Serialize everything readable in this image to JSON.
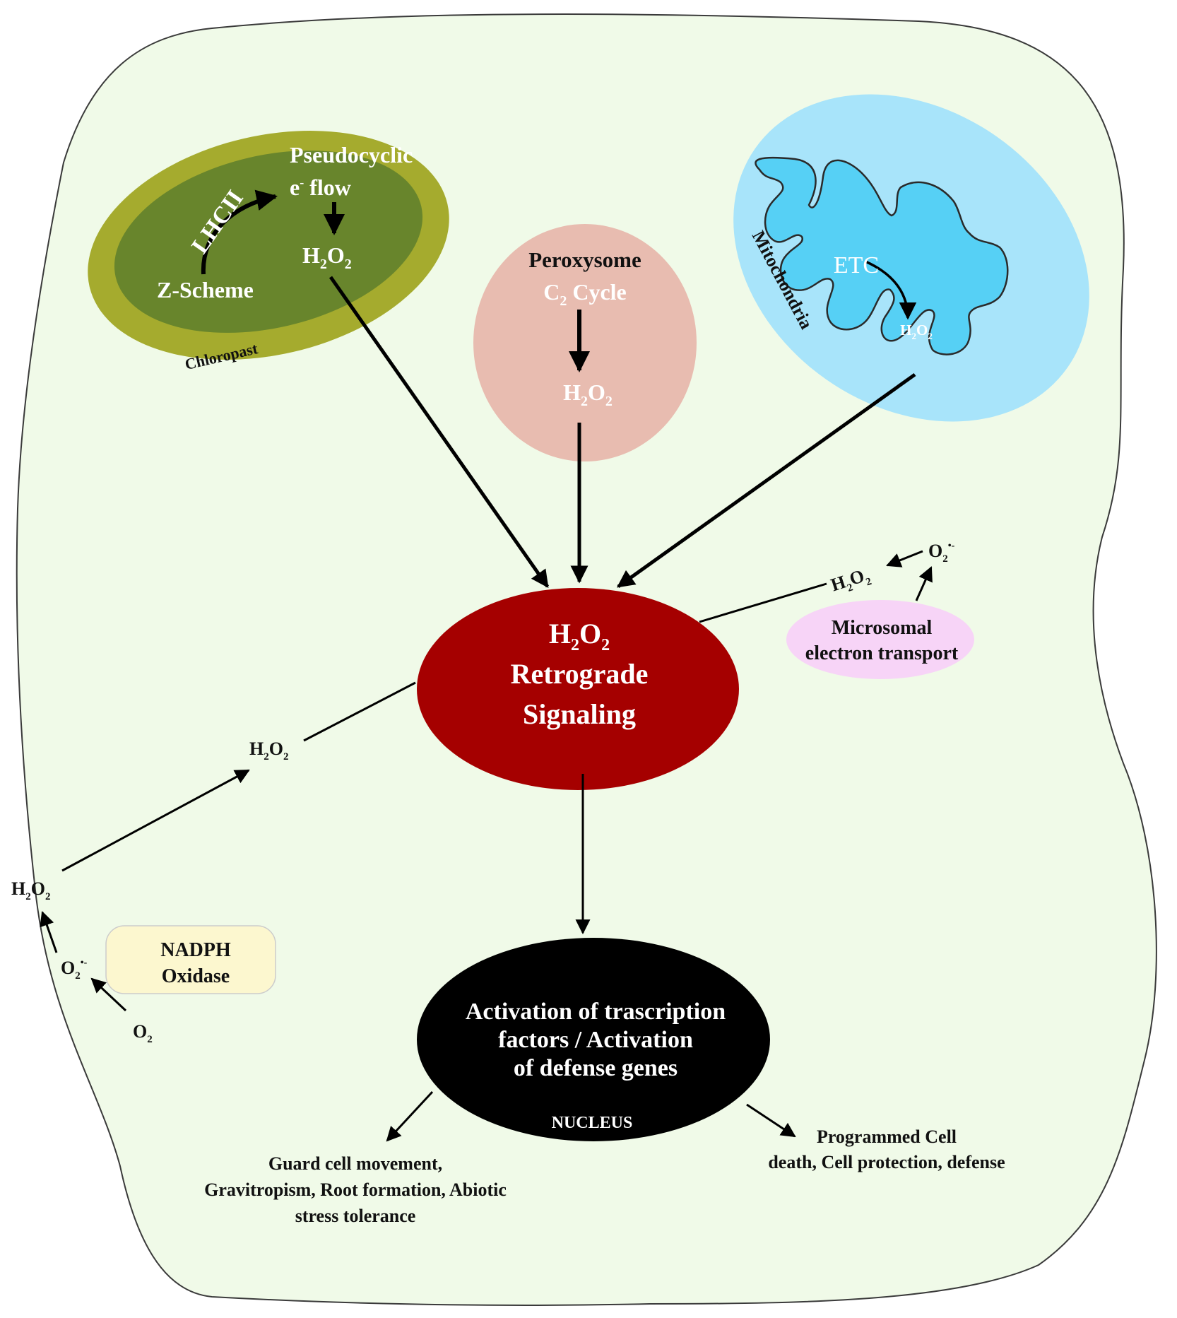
{
  "colors": {
    "cell_fill": "#f0fae8",
    "cell_stroke": "#3a3a3a",
    "chloroplast_outer": "#a5ab2e",
    "chloroplast_inner": "#68852c",
    "peroxisome": "#e8bcb0",
    "mitochondria_outer": "#a8e4fa",
    "mitochondria_inner": "#56d0f5",
    "signaling": "#a50000",
    "nucleus": "#000000",
    "microsomal": "#f7d4f7",
    "nadph": "#fcf7cf",
    "arrow": "#000000",
    "white_text": "#ffffff",
    "dark_text": "#111111"
  },
  "chloroplast": {
    "icon": "chloroplast-organelle",
    "pseudocyclic_label": "Pseudocyclic",
    "flow_e": "e",
    "flow_sup": "-",
    "flow_word": " flow",
    "lhcii_label": "LHCII",
    "zscheme_label": "Z-Scheme",
    "h2o2": {
      "a": "H",
      "a_sub": "2",
      "b": "O",
      "b_sub": "2"
    },
    "name_label": "Chloropast"
  },
  "peroxisome": {
    "icon": "peroxisome-organelle",
    "name_label": "Peroxysome",
    "cycle_c": "C",
    "cycle_sub": "2",
    "cycle_word": " Cycle",
    "h2o2": {
      "a": "H",
      "a_sub": "2",
      "b": "O",
      "b_sub": "2"
    }
  },
  "mitochondria": {
    "icon": "mitochondrion-organelle",
    "name_label": "Mitochondria",
    "etc_label": "ETC",
    "h2o2": {
      "a": "H",
      "a_sub": "2",
      "b": "O",
      "b_sub": "2"
    }
  },
  "signaling": {
    "h2o2": {
      "a": "H",
      "a_sub": "2",
      "b": "O",
      "b_sub": "2"
    },
    "line1": "Retrograde",
    "line2": "Signaling"
  },
  "microsomal": {
    "line1": "Microsomal",
    "line2": "electron transport",
    "h2o2": {
      "a": "H",
      "a_sub": "2",
      "b": "O",
      "b_sub": "2"
    },
    "superoxide": {
      "o": "O",
      "sub": "2",
      "sup": "•-"
    }
  },
  "nadph": {
    "line1": "NADPH",
    "line2": "Oxidase",
    "h2o2_mid": {
      "a": "H",
      "a_sub": "2",
      "b": "O",
      "b_sub": "2"
    },
    "h2o2_left": {
      "a": "H",
      "a_sub": "2",
      "b": "O",
      "b_sub": "2"
    },
    "superoxide": {
      "o": "O",
      "sub": "2",
      "sup": "•-"
    },
    "oxygen": {
      "o": "O",
      "sub": "2"
    }
  },
  "nucleus": {
    "line1": "Activation of trascription",
    "line2": "factors / Activation",
    "line3": "of defense genes",
    "name_label": "NUCLEUS"
  },
  "outcomes": {
    "left_line1": "Guard cell movement,",
    "left_line2": "Gravitropism, Root formation, Abiotic",
    "left_line3": "stress tolerance",
    "right_line1": "Programmed Cell",
    "right_line2": "death, Cell protection, defense"
  }
}
